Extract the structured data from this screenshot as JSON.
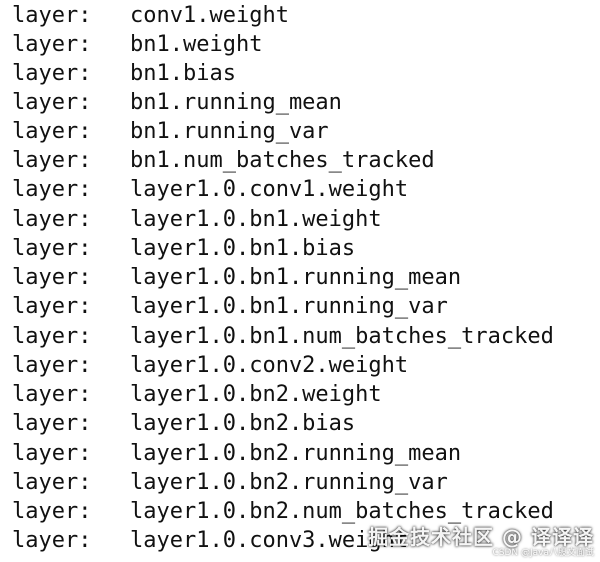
{
  "lines": [
    {
      "prefix": "layer:",
      "value": "conv1.weight"
    },
    {
      "prefix": "layer:",
      "value": "bn1.weight"
    },
    {
      "prefix": "layer:",
      "value": "bn1.bias"
    },
    {
      "prefix": "layer:",
      "value": "bn1.running_mean"
    },
    {
      "prefix": "layer:",
      "value": "bn1.running_var"
    },
    {
      "prefix": "layer:",
      "value": "bn1.num_batches_tracked"
    },
    {
      "prefix": "layer:",
      "value": "layer1.0.conv1.weight"
    },
    {
      "prefix": "layer:",
      "value": "layer1.0.bn1.weight"
    },
    {
      "prefix": "layer:",
      "value": "layer1.0.bn1.bias"
    },
    {
      "prefix": "layer:",
      "value": "layer1.0.bn1.running_mean"
    },
    {
      "prefix": "layer:",
      "value": "layer1.0.bn1.running_var"
    },
    {
      "prefix": "layer:",
      "value": "layer1.0.bn1.num_batches_tracked"
    },
    {
      "prefix": "layer:",
      "value": "layer1.0.conv2.weight"
    },
    {
      "prefix": "layer:",
      "value": "layer1.0.bn2.weight"
    },
    {
      "prefix": "layer:",
      "value": "layer1.0.bn2.bias"
    },
    {
      "prefix": "layer:",
      "value": "layer1.0.bn2.running_mean"
    },
    {
      "prefix": "layer:",
      "value": "layer1.0.bn2.running_var"
    },
    {
      "prefix": "layer:",
      "value": "layer1.0.bn2.num_batches_tracked"
    },
    {
      "prefix": "layer:",
      "value": "layer1.0.conv3.weight"
    }
  ],
  "watermark": {
    "main": "掘金技术社区 @ 译译译",
    "sub": "CSDN @Java八股文面试"
  }
}
